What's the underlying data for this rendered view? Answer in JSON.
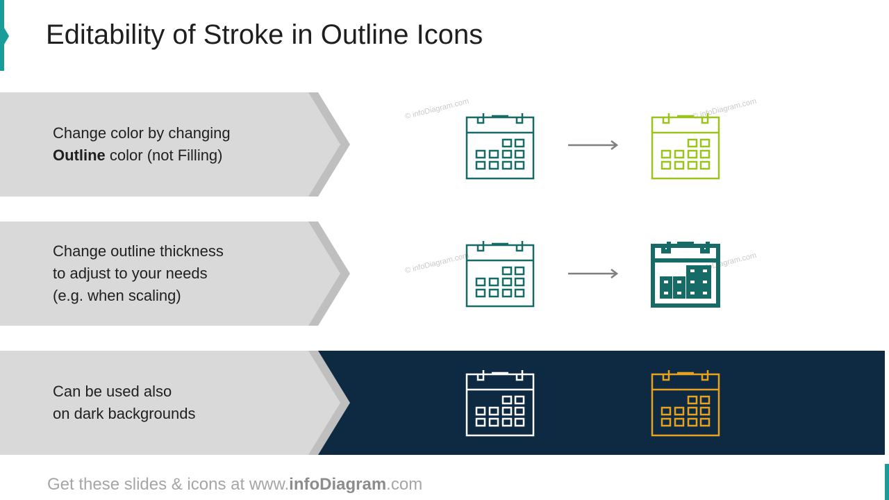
{
  "page": {
    "title": "Editability of Stroke in Outline Icons"
  },
  "rows": [
    {
      "lines": [
        [
          "Change color by changing",
          ""
        ],
        [
          "Outline",
          " color (not Filling)"
        ]
      ]
    },
    {
      "lines": [
        [
          "Change outline thickness",
          ""
        ],
        [
          "to adjust to your needs",
          ""
        ],
        [
          "(e.g. when scaling)",
          ""
        ]
      ]
    },
    {
      "lines": [
        [
          "Can be used also",
          ""
        ],
        [
          "on dark backgrounds",
          ""
        ]
      ]
    }
  ],
  "watermark": {
    "text": "© infoDiagram.com"
  },
  "footer": {
    "prefix": "Get these slides & icons at www.",
    "brand": "infoDiagram",
    "suffix": ".com"
  },
  "colors": {
    "accent": "#1a9c98",
    "teal_icon": "#176b66",
    "lime_icon": "#9bc31c",
    "white_icon": "#ffffff",
    "orange_icon": "#e8a21f",
    "dark_band": "#0e2a42",
    "row_fill": "#d9d9d9",
    "row_edge": "#bfbfbf",
    "arrow": "#7f7f7f"
  },
  "icons": [
    "calendar-icon",
    "right-arrow-icon"
  ]
}
